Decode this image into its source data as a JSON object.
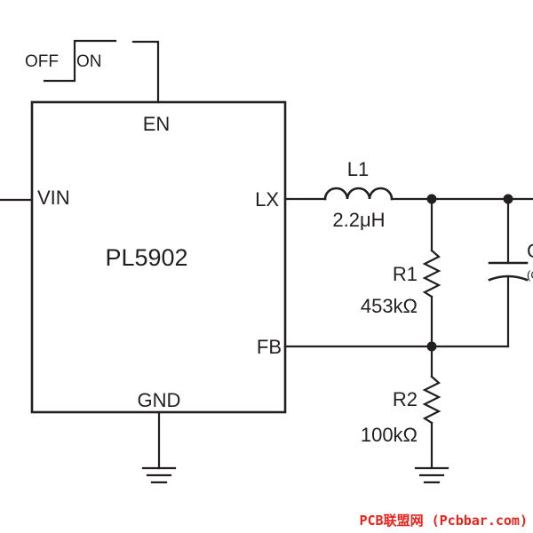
{
  "chip": {
    "name": "PL5902",
    "pins": {
      "en": "EN",
      "vin": "VIN",
      "lx": "LX",
      "fb": "FB",
      "gnd": "GND"
    }
  },
  "switch": {
    "off": "OFF",
    "on": "ON"
  },
  "components": {
    "inductor": {
      "ref": "L1",
      "value": "2.2μH"
    },
    "r1": {
      "ref": "R1",
      "value": "453kΩ"
    },
    "r2": {
      "ref": "R2",
      "value": "100kΩ"
    },
    "capacitor": {
      "ref": "C",
      "value": "(C"
    }
  },
  "watermark": "PCB联盟网 (Pcbbar.com)",
  "colors": {
    "line": "#231f20",
    "watermark": "#e8231c",
    "background": "#ffffff"
  }
}
